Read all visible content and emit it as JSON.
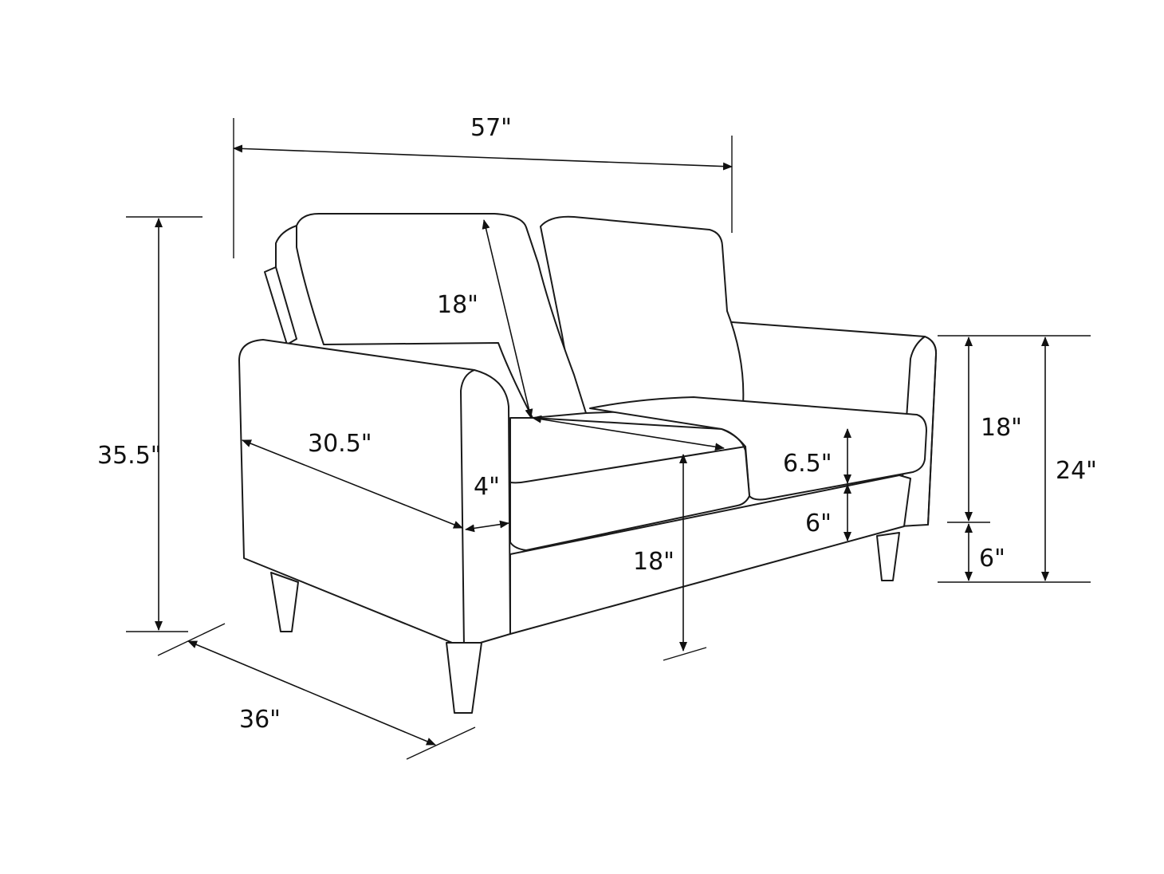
{
  "dimensions": {
    "overall_width": "57\"",
    "overall_height": "35.5\"",
    "overall_depth": "36\"",
    "backrest_height": "18\"",
    "seat_depth": "30.5\"",
    "arm_width": "4\"",
    "cushion_thickness": "6.5\"",
    "base_height": "6\"",
    "seat_height": "18\"",
    "arm_height_above_leg": "18\"",
    "leg_height": "6\"",
    "arm_height": "24\""
  },
  "colors": {
    "line": "#1a1a1a",
    "background": "#ffffff"
  }
}
